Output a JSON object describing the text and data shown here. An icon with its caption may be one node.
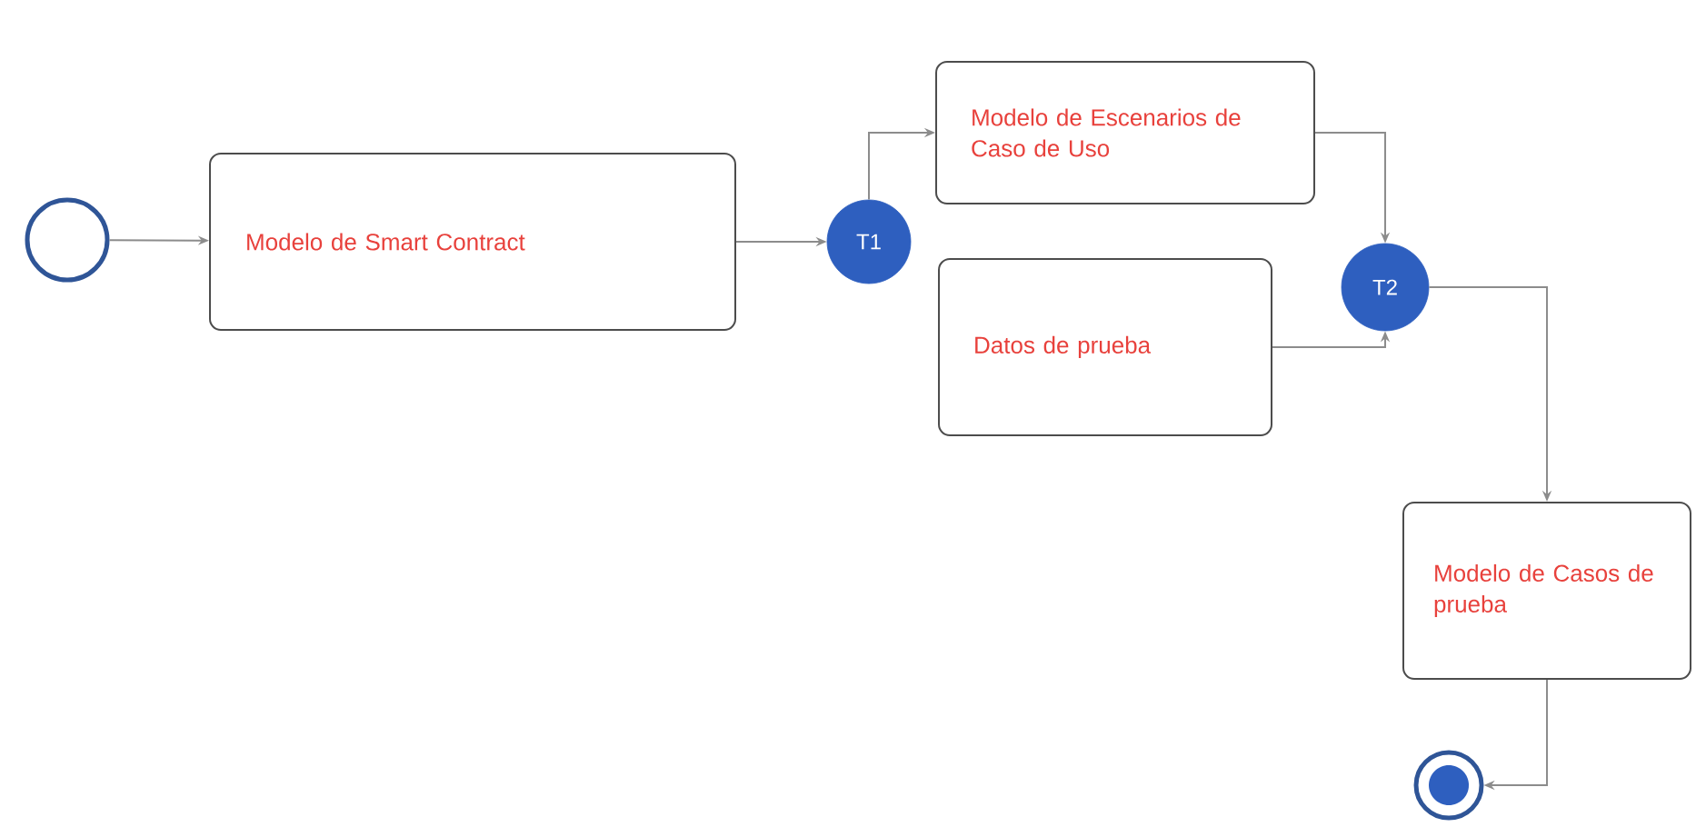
{
  "diagram": {
    "nodes": [
      {
        "text": [],
        "shape": "circle"
      },
      {
        "text": [
          "Modelo de Smart Contract"
        ]
      },
      {
        "text": [
          "T1"
        ]
      },
      {
        "text": [
          "Modelo de Escenarios de Caso de Uso"
        ]
      },
      {
        "text": [
          "Datos de prueba"
        ]
      },
      {
        "text": [
          "T2"
        ]
      },
      {
        "text": [
          "Modelo de Casos de prueba"
        ]
      },
      {
        "text": [],
        "shape": "circle"
      }
    ],
    "edges": [
      {
        "from": 0,
        "to": 1,
        "arrow": "to"
      },
      {
        "from": 1,
        "to": 2,
        "arrow": "to"
      },
      {
        "from": 2,
        "to": 3,
        "arrow": "to"
      },
      {
        "from": 3,
        "to": 5,
        "arrow": "to"
      },
      {
        "from": 4,
        "to": 5,
        "arrow": "to"
      },
      {
        "from": 5,
        "to": 6,
        "arrow": "to"
      },
      {
        "from": 6,
        "to": 7,
        "arrow": "to"
      }
    ]
  }
}
